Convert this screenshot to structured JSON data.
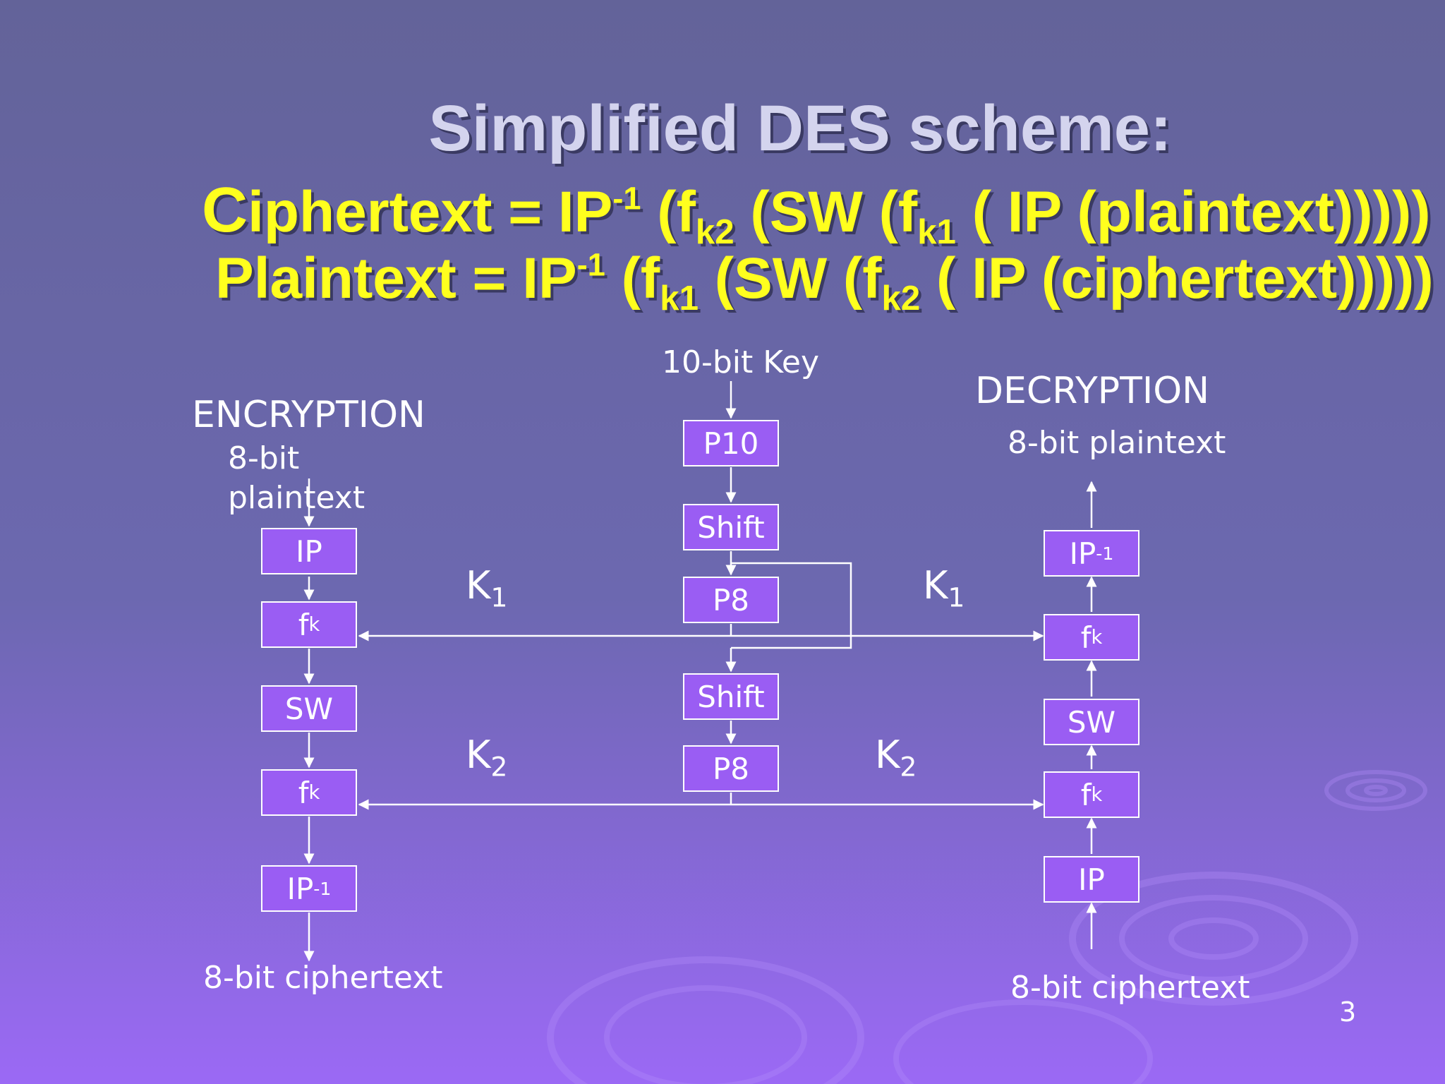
{
  "slide": {
    "title": "Simplified DES scheme:",
    "eq_cipher": {
      "lhs_first": "C",
      "lhs_rest": "iphertext = IP",
      "inv": "-1",
      "p1": " (f",
      "k2": "k2",
      "p2": " (SW (f",
      "k1": "k1",
      "p3": " ( IP (plaintext)))))"
    },
    "eq_plain": {
      "lhs": "Plaintext = IP",
      "inv": "-1",
      "p1": " (f",
      "k1": "k1",
      "p2": " (SW (f",
      "k2": "k2",
      "p3": " ( IP (ciphertext)))))"
    },
    "page_number": "3"
  },
  "diagram": {
    "key_label": "10-bit Key",
    "encryption": {
      "heading": "ENCRYPTION",
      "input_line1": "8-bit",
      "input_line2": "plaintext",
      "output": "8-bit ciphertext",
      "boxes": {
        "ip": "IP",
        "fk1_f": "f",
        "fk1_k": "k",
        "sw": "SW",
        "fk2_f": "f",
        "fk2_k": "k",
        "ipinv_base": "IP",
        "ipinv_sup": "-1"
      }
    },
    "key_gen": {
      "p10": "P10",
      "shift1": "Shift",
      "p8_1": "P8",
      "shift2": "Shift",
      "p8_2": "P8"
    },
    "decryption": {
      "heading": "DECRYPTION",
      "output": "8-bit plaintext",
      "input": "8-bit ciphertext",
      "boxes": {
        "ipinv_base": "IP",
        "ipinv_sup": "-1",
        "fk1_f": "f",
        "fk1_k": "k",
        "sw": "SW",
        "fk2_f": "f",
        "fk2_k": "k",
        "ip": "IP"
      }
    },
    "keys": {
      "k1_base": "K",
      "k1_sub": "1",
      "k2_base": "K",
      "k2_sub": "2"
    }
  },
  "colors": {
    "bg_top": "#636399",
    "bg_bottom": "#9b69f5",
    "title": "#d4d4ee",
    "equation": "#ffff1e",
    "box_fill": "#9a5df3",
    "line": "#ffffff"
  }
}
